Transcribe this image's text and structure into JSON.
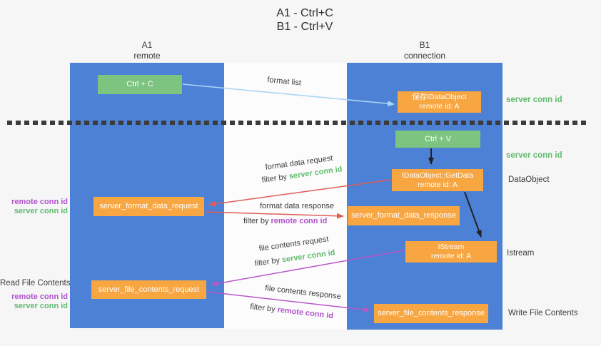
{
  "title": {
    "line1": "A1 - Ctrl+C",
    "line2": "B1 - Ctrl+V"
  },
  "columns": {
    "left": {
      "id": "A1",
      "role": "remote"
    },
    "right": {
      "id": "B1",
      "role": "connection"
    }
  },
  "nodes": {
    "ctrl_c": {
      "label": "Ctrl + C"
    },
    "save_idataobject": {
      "line1": "保存IDataObject",
      "line2": "remote id: A"
    },
    "ctrl_v": {
      "label": "Ctrl + V"
    },
    "getdata": {
      "line1": "IDataObject::GetData",
      "line2": "remote id: A"
    },
    "format_request": {
      "label": "server_format_data_request"
    },
    "format_response": {
      "label": "server_format_data_response"
    },
    "istream": {
      "line1": "IStream",
      "line2": "remote id: A"
    },
    "file_request": {
      "label": "server_file_contents_request"
    },
    "file_response": {
      "label": "server_file_contents_response"
    }
  },
  "arrow_labels": {
    "format_list": "format list",
    "format_data_request": "format data request",
    "format_data_response": "format data response",
    "file_contents_request": "file contents request",
    "file_contents_response": "file contents response",
    "filter_by": "filter by",
    "server_conn_id": "server conn id",
    "remote_conn_id": "remote conn id"
  },
  "side_labels": {
    "left": {
      "remote_conn_id_1": "remote conn id",
      "server_conn_id_1": "server conn id",
      "read_file_contents": "Read File Contents",
      "remote_conn_id_2": "remote conn id",
      "server_conn_id_2": "server conn id"
    },
    "right": {
      "server_conn_id_1": "server conn id",
      "server_conn_id_2": "server conn id",
      "dataobject": "DataObject",
      "istream": "Istream",
      "write_file_contents": "Write File Contents"
    }
  },
  "colors": {
    "column_blue": "#4c81d6",
    "box_green": "#7cc47f",
    "box_orange": "#f7a642",
    "arrow_light_blue": "#a9d6f3",
    "arrow_red": "#e25d55",
    "arrow_purple": "#b857c6",
    "arrow_black": "#222222",
    "text_green": "#5fbb6d",
    "text_purple": "#b151cc",
    "text_dark": "#3b3b3b"
  }
}
